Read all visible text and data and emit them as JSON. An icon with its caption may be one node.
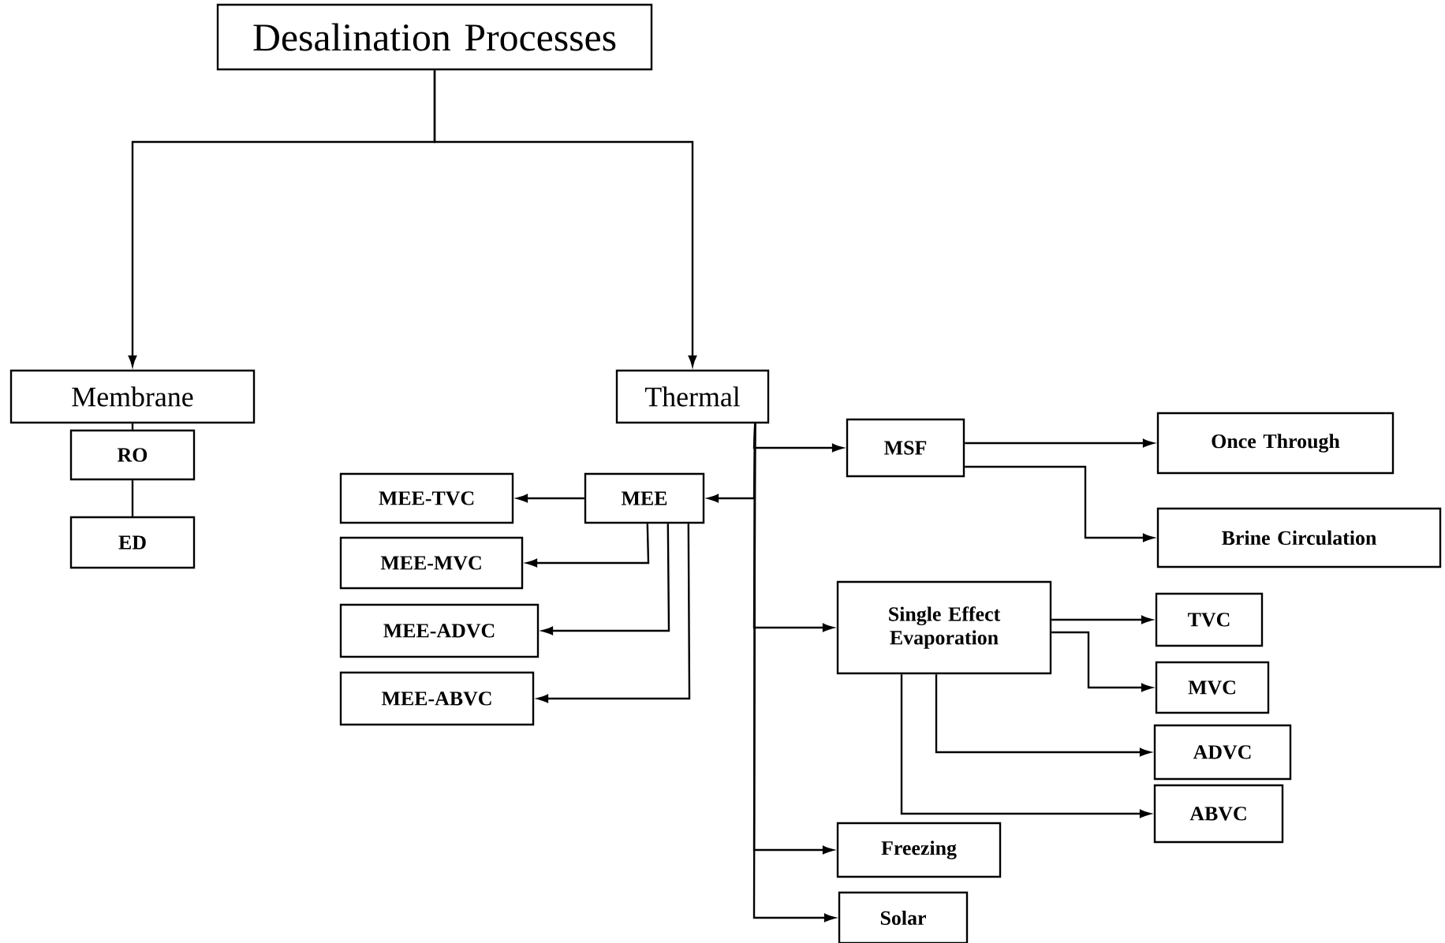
{
  "diagram": {
    "nodes": [
      {
        "text": [
          "Desalination Processes"
        ]
      },
      {
        "text": [
          "Membrane"
        ]
      },
      {
        "text": [
          "Thermal"
        ]
      },
      {
        "text": [
          "RO"
        ]
      },
      {
        "text": [
          "ED"
        ]
      },
      {
        "text": [
          "MEE-TVC"
        ]
      },
      {
        "text": [
          "MEE"
        ]
      },
      {
        "text": [
          "MEE-MVC"
        ]
      },
      {
        "text": [
          "MEE-ADVC"
        ]
      },
      {
        "text": [
          "MEE-ABVC"
        ]
      },
      {
        "text": [
          "MSF"
        ]
      },
      {
        "text": [
          "Once Through"
        ]
      },
      {
        "text": [
          "Brine Circulation"
        ]
      },
      {
        "text": [
          "Single Effect Evaporation"
        ]
      },
      {
        "text": [
          "TVC"
        ]
      },
      {
        "text": [
          "MVC"
        ]
      },
      {
        "text": [
          "ADVC"
        ]
      },
      {
        "text": [
          "ABVC"
        ]
      },
      {
        "text": [
          "Freezing"
        ]
      },
      {
        "text": [
          "Solar"
        ]
      }
    ],
    "edges": [
      {
        "from": 0,
        "to": 1,
        "arrow": "to"
      },
      {
        "from": 0,
        "to": 2,
        "arrow": "to"
      },
      {
        "from": 1,
        "to": 3,
        "arrow": "none"
      },
      {
        "from": 3,
        "to": 4,
        "arrow": "none"
      },
      {
        "from": 2,
        "to": 10,
        "arrow": "to"
      },
      {
        "from": 2,
        "to": 6,
        "arrow": "to"
      },
      {
        "from": 2,
        "to": 13,
        "arrow": "to"
      },
      {
        "from": 2,
        "to": 18,
        "arrow": "to"
      },
      {
        "from": 2,
        "to": 19,
        "arrow": "to"
      },
      {
        "from": 6,
        "to": 5,
        "arrow": "to"
      },
      {
        "from": 6,
        "to": 7,
        "arrow": "to"
      },
      {
        "from": 6,
        "to": 8,
        "arrow": "to"
      },
      {
        "from": 6,
        "to": 9,
        "arrow": "to"
      },
      {
        "from": 10,
        "to": 11,
        "arrow": "to"
      },
      {
        "from": 10,
        "to": 12,
        "arrow": "to"
      },
      {
        "from": 13,
        "to": 14,
        "arrow": "to"
      },
      {
        "from": 13,
        "to": 15,
        "arrow": "to"
      },
      {
        "from": 13,
        "to": 16,
        "arrow": "to"
      },
      {
        "from": 13,
        "to": 17,
        "arrow": "to"
      }
    ]
  }
}
